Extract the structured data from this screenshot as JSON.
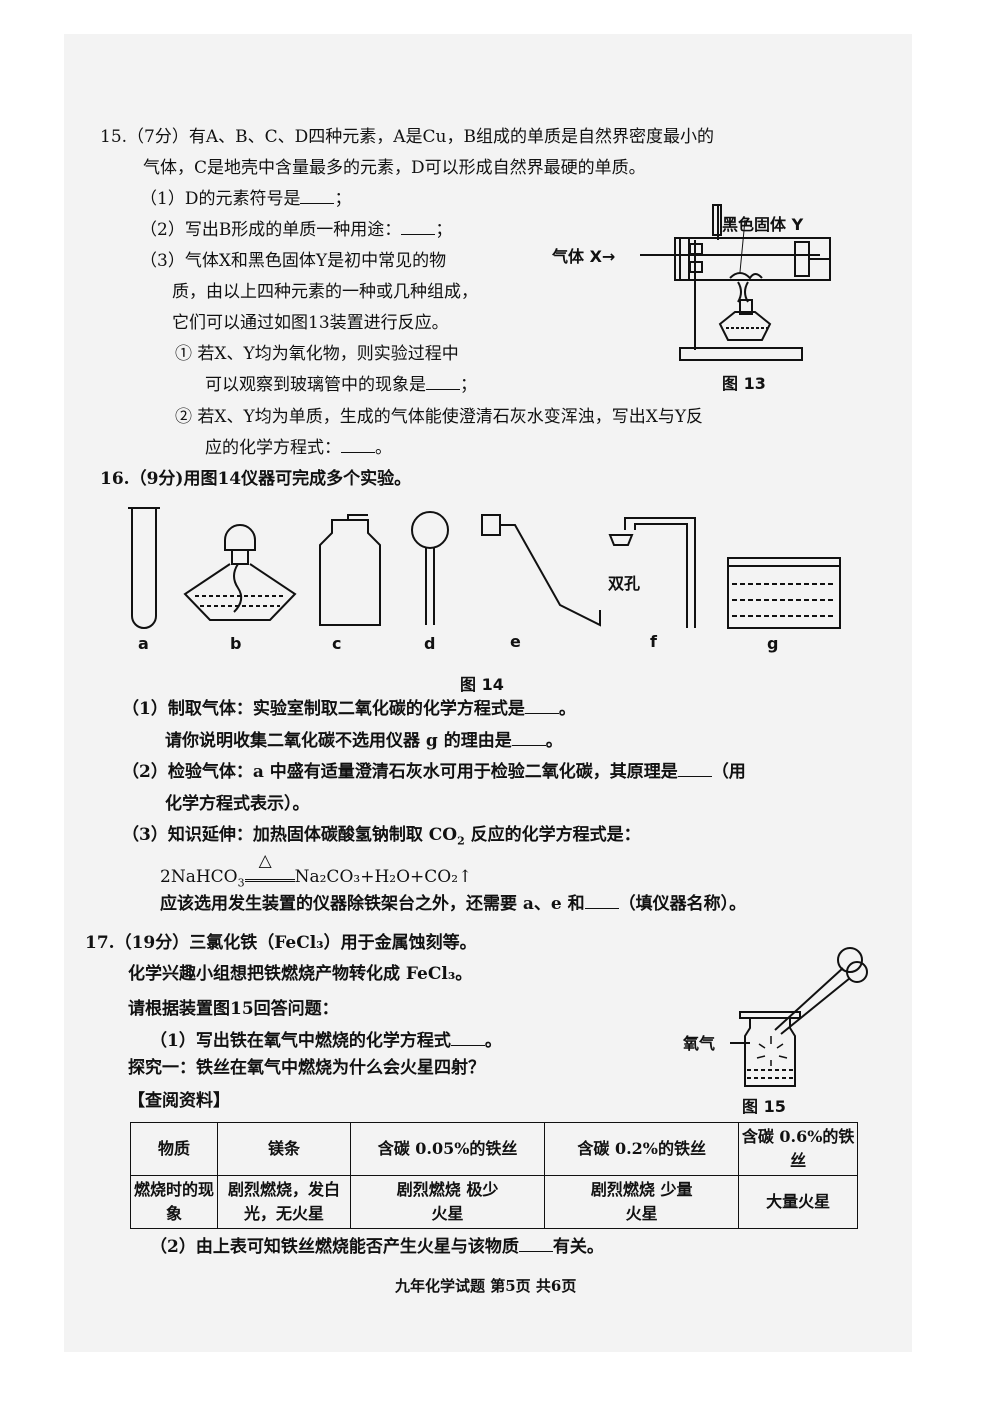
{
  "q15": {
    "line1": "15.（7分）有A、B、C、D四种元素，A是Cu，B组成的单质是自然界密度最小的",
    "line2": "气体，C是地壳中含量最多的元素，D可以形成自然界最硬的单质。",
    "p1": "（1）D的元素符号是",
    "p1_end": "；",
    "p2": "（2）写出B形成的单质一种用途：",
    "p2_end": "；",
    "p3_l1": "（3）气体X和黑色固体Y是初中常见的物",
    "p3_l2": "质，由以上四种元素的一种或几种组成，",
    "p3_l3": "它们可以通过如图13装置进行反应。",
    "s1_l1": "① 若X、Y均为氧化物，则实验过程中",
    "s1_l2": "可以观察到玻璃管中的现象是",
    "s1_end": "；",
    "s2_l1": "② 若X、Y均为单质，生成的气体能使澄清石灰水变浑浊，写出X与Y反",
    "s2_l2": "应的化学方程式：",
    "s2_end": "。",
    "fig_label_y": "黑色固体 Y",
    "fig_label_x": "气体 X→",
    "fig_caption": "图 13"
  },
  "q16": {
    "title": "16.（9分)用图14仪器可完成多个实验。",
    "instrument_labels": [
      "a",
      "b",
      "c",
      "d",
      "e",
      "f",
      "g"
    ],
    "f_note": "双孔",
    "fig_caption": "图 14",
    "p1_l1": "（1）制取气体：实验室制取二氧化碳的化学方程式是",
    "p1_l1_end": "。",
    "p1_l2": "请你说明收集二氧化碳不选用仪器 g 的理由是",
    "p1_l2_end": "。",
    "p2_l1": "（2）检验气体：a 中盛有适量澄清石灰水可用于检验二氧化碳，其原理是",
    "p2_l1_end": "（用",
    "p2_l2": "化学方程式表示）。",
    "p3_l1_a": "（3）知识延伸：加热固体碳酸氢钠制取 CO",
    "p3_l1_sub": "2",
    "p3_l1_b": " 反应的化学方程式是：",
    "eq_left": "2NaHCO",
    "eq_left_sub": "3",
    "eq_cond": "△",
    "eq_right": "Na₂CO₃+H₂O+CO₂↑",
    "p3_l2": "应该选用发生装置的仪器除铁架台之外，还需要 a、e 和",
    "p3_l2_end": "（填仪器名称）。"
  },
  "q17": {
    "title": "17.（19分）三氯化铁（FeCl₃）用于金属蚀刻等。",
    "l2": "化学兴趣小组想把铁燃烧产物转化成 FeCl₃。",
    "l3": "请根据装置图15回答问题：",
    "p1": "（1）写出铁在氧气中燃烧的化学方程式",
    "p1_end": "。",
    "explore": "探究一：铁丝在氧气中燃烧为什么会火星四射？",
    "ref": "【查阅资料】",
    "fig_label": "氧气",
    "fig_caption": "图 15",
    "table": {
      "headers": [
        "物质",
        "镁条",
        "含碳 0.05%的铁丝",
        "含碳 0.2%的铁丝",
        "含碳 0.6%的铁丝"
      ],
      "row_label": "燃烧时的现象",
      "cells": [
        "剧烈燃烧，发白光，无火星",
        "剧烈燃烧 极少火星",
        "剧烈燃烧 少量火星",
        "大量火星"
      ]
    },
    "p2": "（2）由上表可知铁丝燃烧能否产生火星与该物质",
    "p2_end": "有关。"
  },
  "footer": "九年化学试题  第5页  共6页"
}
